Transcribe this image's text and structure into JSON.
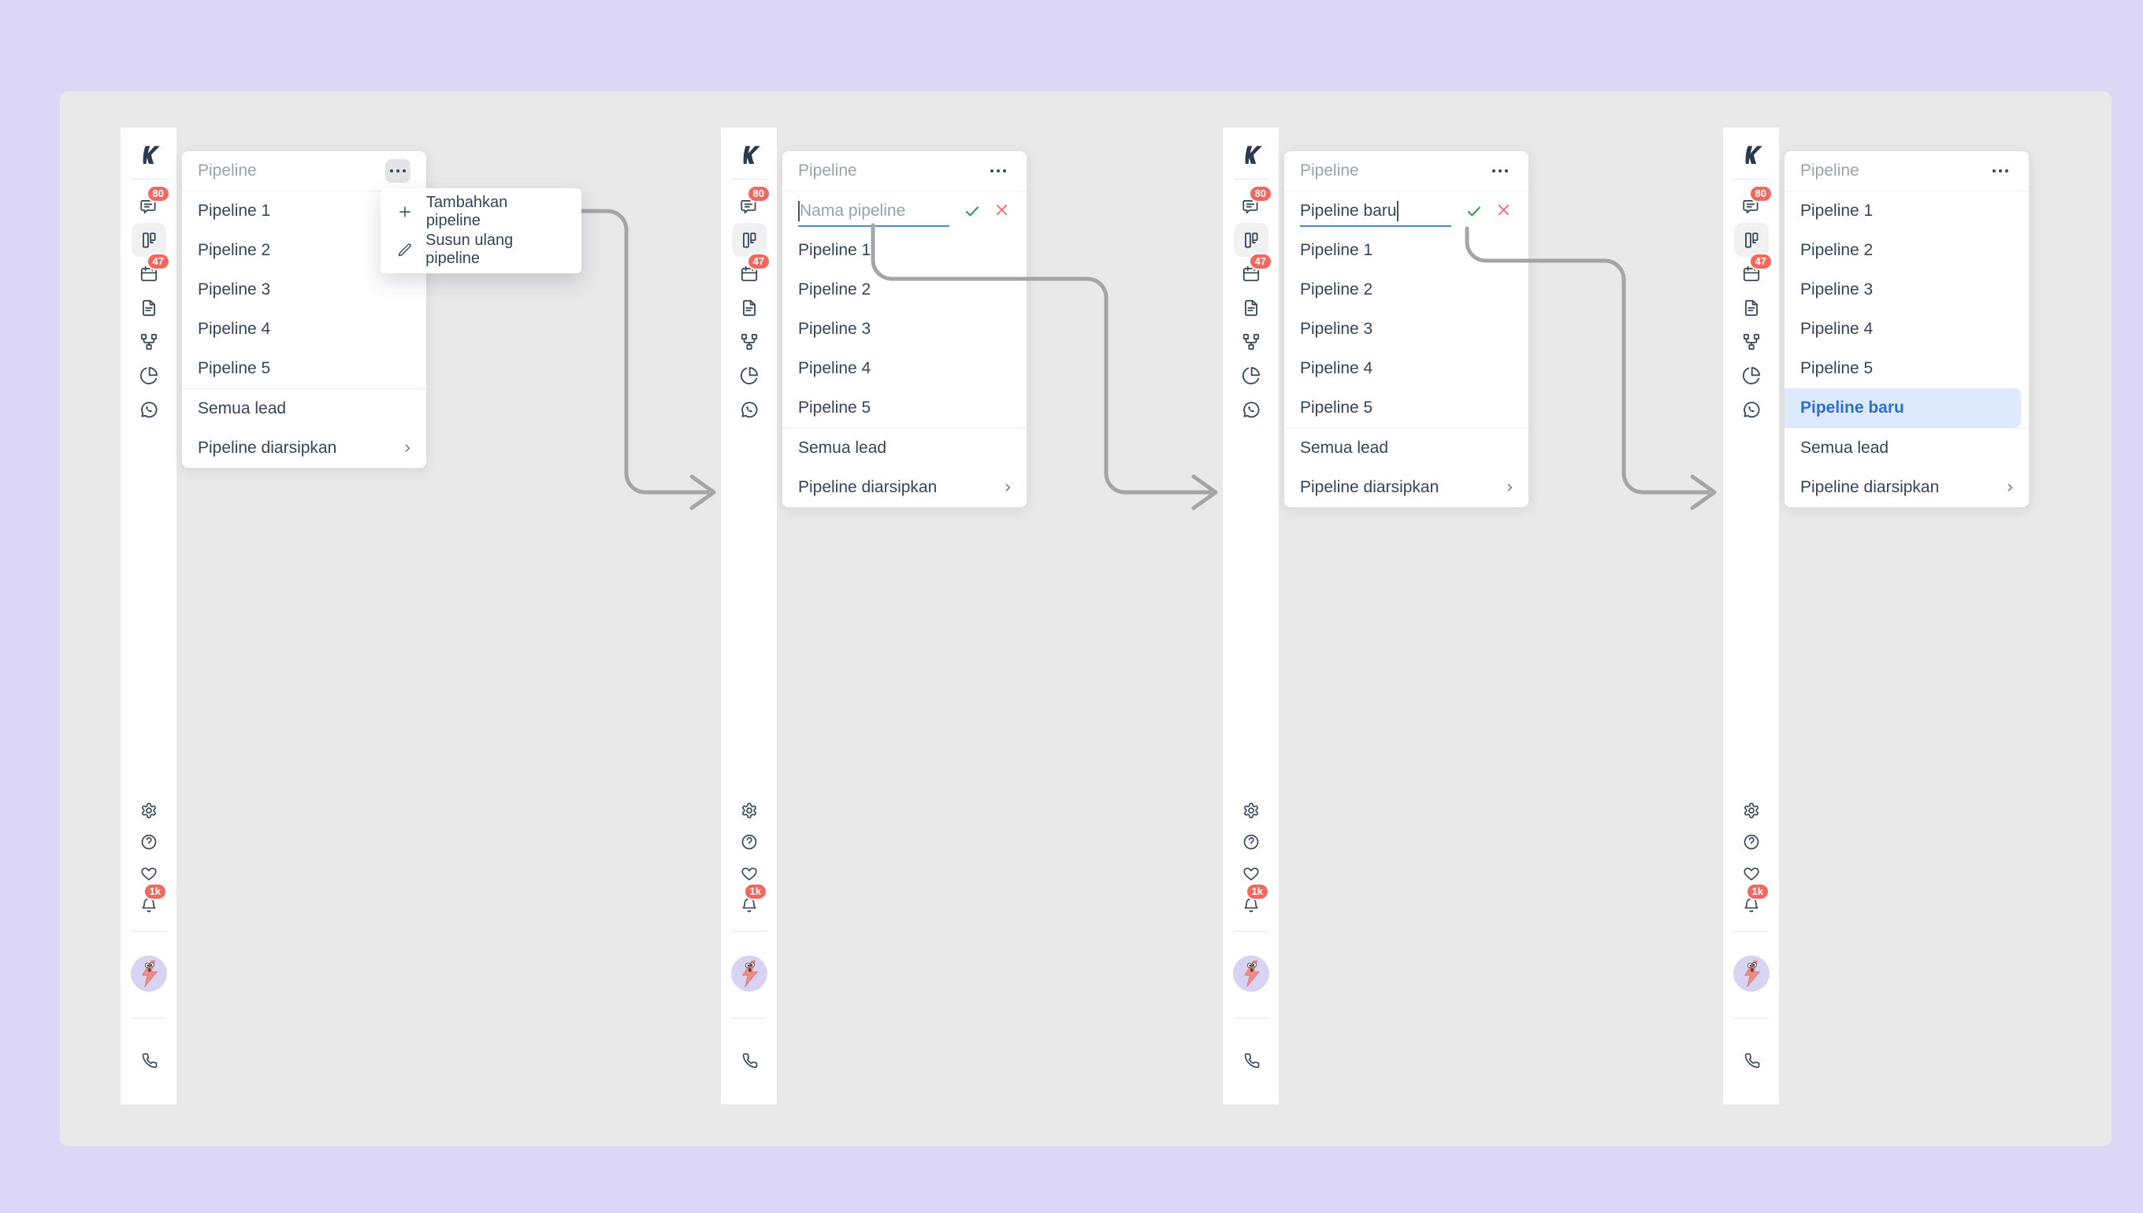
{
  "colors": {
    "page_bg": "#dcd7f6",
    "canvas_bg": "#e9e9e9",
    "accent_blue": "#2d6fd1",
    "selected_row_bg": "#dde9fc",
    "badge_red": "#f2685e",
    "underline_blue": "#4a86d9",
    "check_green": "#2f9e4f",
    "cross_red": "#f26c60",
    "arrow_gray": "#a5a5a5",
    "icon_dark": "#3b4a5c"
  },
  "shared": {
    "header": "Pipeline",
    "pipelines": [
      "Pipeline 1",
      "Pipeline 2",
      "Pipeline 3",
      "Pipeline 4",
      "Pipeline 5"
    ],
    "semua_lead": "Semua lead",
    "diarsipkan": "Pipeline diarsipkan",
    "badges": {
      "chats": "80",
      "calendar": "47",
      "notifications": "1k"
    },
    "sidebar_icons": [
      "kommo-logo",
      "chats",
      "leads-pipeline",
      "calendar",
      "documents",
      "automation",
      "stats",
      "whatsapp",
      "settings",
      "help",
      "favorites",
      "notifications",
      "profile-avatar",
      "phone"
    ]
  },
  "step1": {
    "menu": {
      "add_label": "Tambahkan pipeline",
      "reorder_label": "Susun ulang pipeline",
      "add_icon": "plus-icon",
      "reorder_icon": "pencil-icon"
    }
  },
  "step2": {
    "input_placeholder": "Nama pipeline"
  },
  "step3": {
    "input_value": "Pipeline baru"
  },
  "step4": {
    "new_pipeline": "Pipeline baru"
  }
}
